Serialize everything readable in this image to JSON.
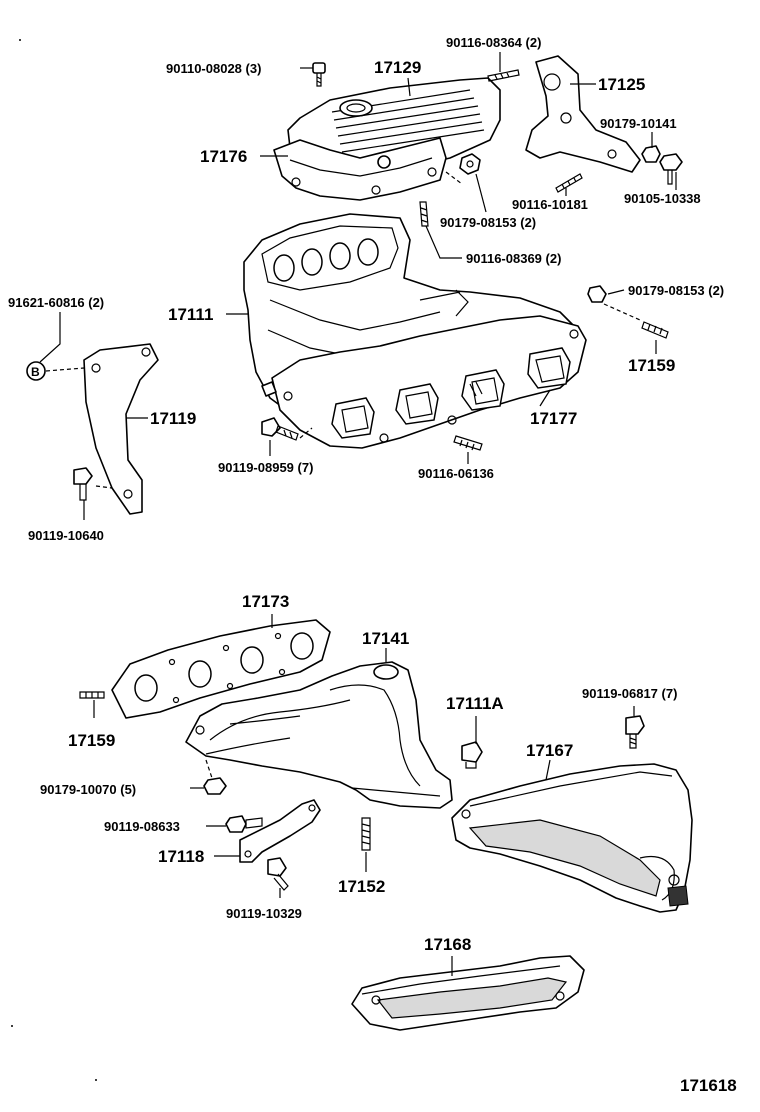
{
  "diagram": {
    "figure_number": "171618",
    "callouts": [
      {
        "id": "c1",
        "text": "90110-08028 (3)"
      },
      {
        "id": "c2",
        "text": "17129"
      },
      {
        "id": "c3",
        "text": "90116-08364 (2)"
      },
      {
        "id": "c4",
        "text": "17125"
      },
      {
        "id": "c5",
        "text": "90179-10141"
      },
      {
        "id": "c6",
        "text": "17176"
      },
      {
        "id": "c7",
        "text": "90116-10181"
      },
      {
        "id": "c8",
        "text": "90105-10338"
      },
      {
        "id": "c9",
        "text": "90179-08153 (2)"
      },
      {
        "id": "c10",
        "text": "90116-08369 (2)"
      },
      {
        "id": "c11",
        "text": "91621-60816 (2)"
      },
      {
        "id": "c12",
        "text": "17111"
      },
      {
        "id": "c13",
        "text": "90179-08153 (2)"
      },
      {
        "id": "c14",
        "text": "17159"
      },
      {
        "id": "c15",
        "text": "17119"
      },
      {
        "id": "c16",
        "text": "17177"
      },
      {
        "id": "c17",
        "text": "90119-08959 (7)"
      },
      {
        "id": "c18",
        "text": "90116-06136"
      },
      {
        "id": "c19",
        "text": "90119-10640"
      },
      {
        "id": "c20",
        "text": "17173"
      },
      {
        "id": "c21",
        "text": "17141"
      },
      {
        "id": "c22",
        "text": "17111A"
      },
      {
        "id": "c23",
        "text": "90119-06817 (7)"
      },
      {
        "id": "c24",
        "text": "17159"
      },
      {
        "id": "c25",
        "text": "17167"
      },
      {
        "id": "c26",
        "text": "90179-10070 (5)"
      },
      {
        "id": "c27",
        "text": "90119-08633"
      },
      {
        "id": "c28",
        "text": "17118"
      },
      {
        "id": "c29",
        "text": "17152"
      },
      {
        "id": "c30",
        "text": "90119-10329"
      },
      {
        "id": "c31",
        "text": "17168"
      }
    ],
    "marker_letter": "B"
  }
}
